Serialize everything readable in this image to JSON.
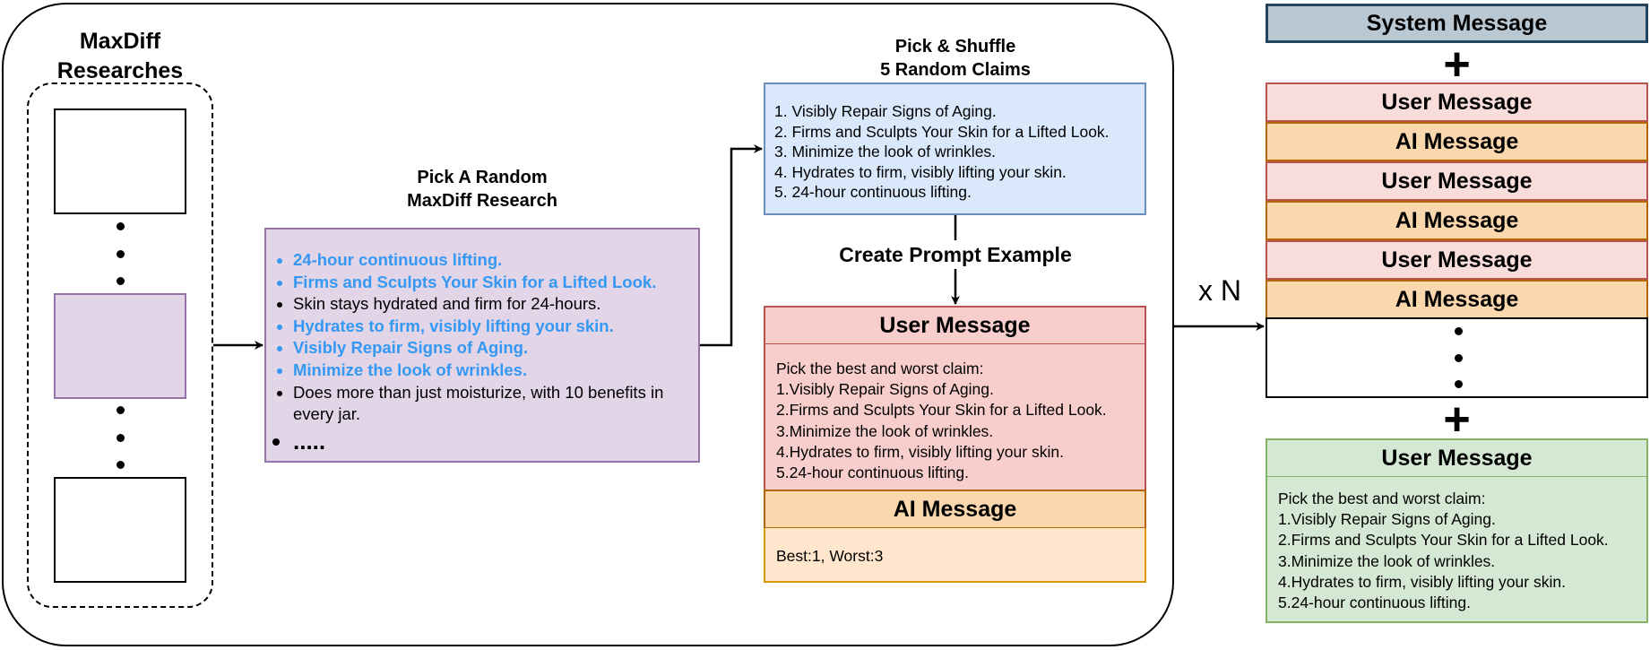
{
  "researches": {
    "title_line1": "MaxDiff",
    "title_line2": "Researches"
  },
  "pick_research": {
    "title_line1": "Pick A Random",
    "title_line2": "MaxDiff Research",
    "items": [
      {
        "text": "24-hour continuous lifting.",
        "highlighted": true
      },
      {
        "text": "Firms and Sculpts Your Skin for a Lifted Look.",
        "highlighted": true
      },
      {
        "text": "Skin stays hydrated and firm for 24-hours.",
        "highlighted": false
      },
      {
        "text": "Hydrates to firm, visibly lifting your skin.",
        "highlighted": true
      },
      {
        "text": "Visibly Repair Signs of Aging.",
        "highlighted": true
      },
      {
        "text": "Minimize the look of wrinkles.",
        "highlighted": true
      },
      {
        "text": "Does more than just moisturize, with 10 benefits in every jar.",
        "highlighted": false
      }
    ],
    "more": ".....",
    "highlight_color": "#3598f3"
  },
  "pick_shuffle": {
    "title_line1": "Pick & Shuffle",
    "title_line2": "5 Random Claims",
    "claims": [
      "1. Visibly Repair Signs of Aging.",
      "2. Firms and Sculpts Your Skin for a Lifted Look.",
      "3. Minimize the look of wrinkles.",
      "4. Hydrates to firm, visibly lifting your skin.",
      "5. 24-hour continuous lifting."
    ]
  },
  "create_prompt_label": "Create Prompt Example",
  "example": {
    "user_header": "User Message",
    "user_lines": [
      "Pick the best and worst claim:",
      "1.Visibly Repair Signs of Aging.",
      "2.Firms and Sculpts Your Skin for a Lifted Look.",
      "3.Minimize the look of wrinkles.",
      "4.Hydrates to firm, visibly lifting your skin.",
      "5.24-hour continuous lifting."
    ],
    "ai_header": "AI Message",
    "ai_answer": "Best:1, Worst:3"
  },
  "repeat_label": "x N",
  "stack": {
    "system": "System Message",
    "plus": "+",
    "turns": [
      "User Message",
      "AI Message",
      "User Message",
      "AI Message",
      "User Message",
      "AI Message"
    ],
    "final_user_header": "User Message",
    "final_user_lines": [
      "Pick the best and worst claim:",
      "1.Visibly Repair Signs of Aging.",
      "2.Firms and Sculpts Your Skin for a Lifted Look.",
      "3.Minimize the look of wrinkles.",
      "4.Hydrates to firm, visibly lifting your skin.",
      "5.24-hour continuous lifting."
    ]
  },
  "colors": {
    "research_fill": "#e1d5e7",
    "research_stroke": "#9673a6",
    "claims_fill": "#dae8fc",
    "claims_stroke": "#6c8ebf",
    "user_fill": "#f8cecc",
    "user_stroke": "#b85450",
    "ai_fill": "#fad7ac",
    "ai_stroke": "#b46504",
    "system_fill": "#bac8d3",
    "system_stroke": "#23445d",
    "final_user_fill": "#d5e8d4",
    "final_user_stroke": "#82b366"
  }
}
